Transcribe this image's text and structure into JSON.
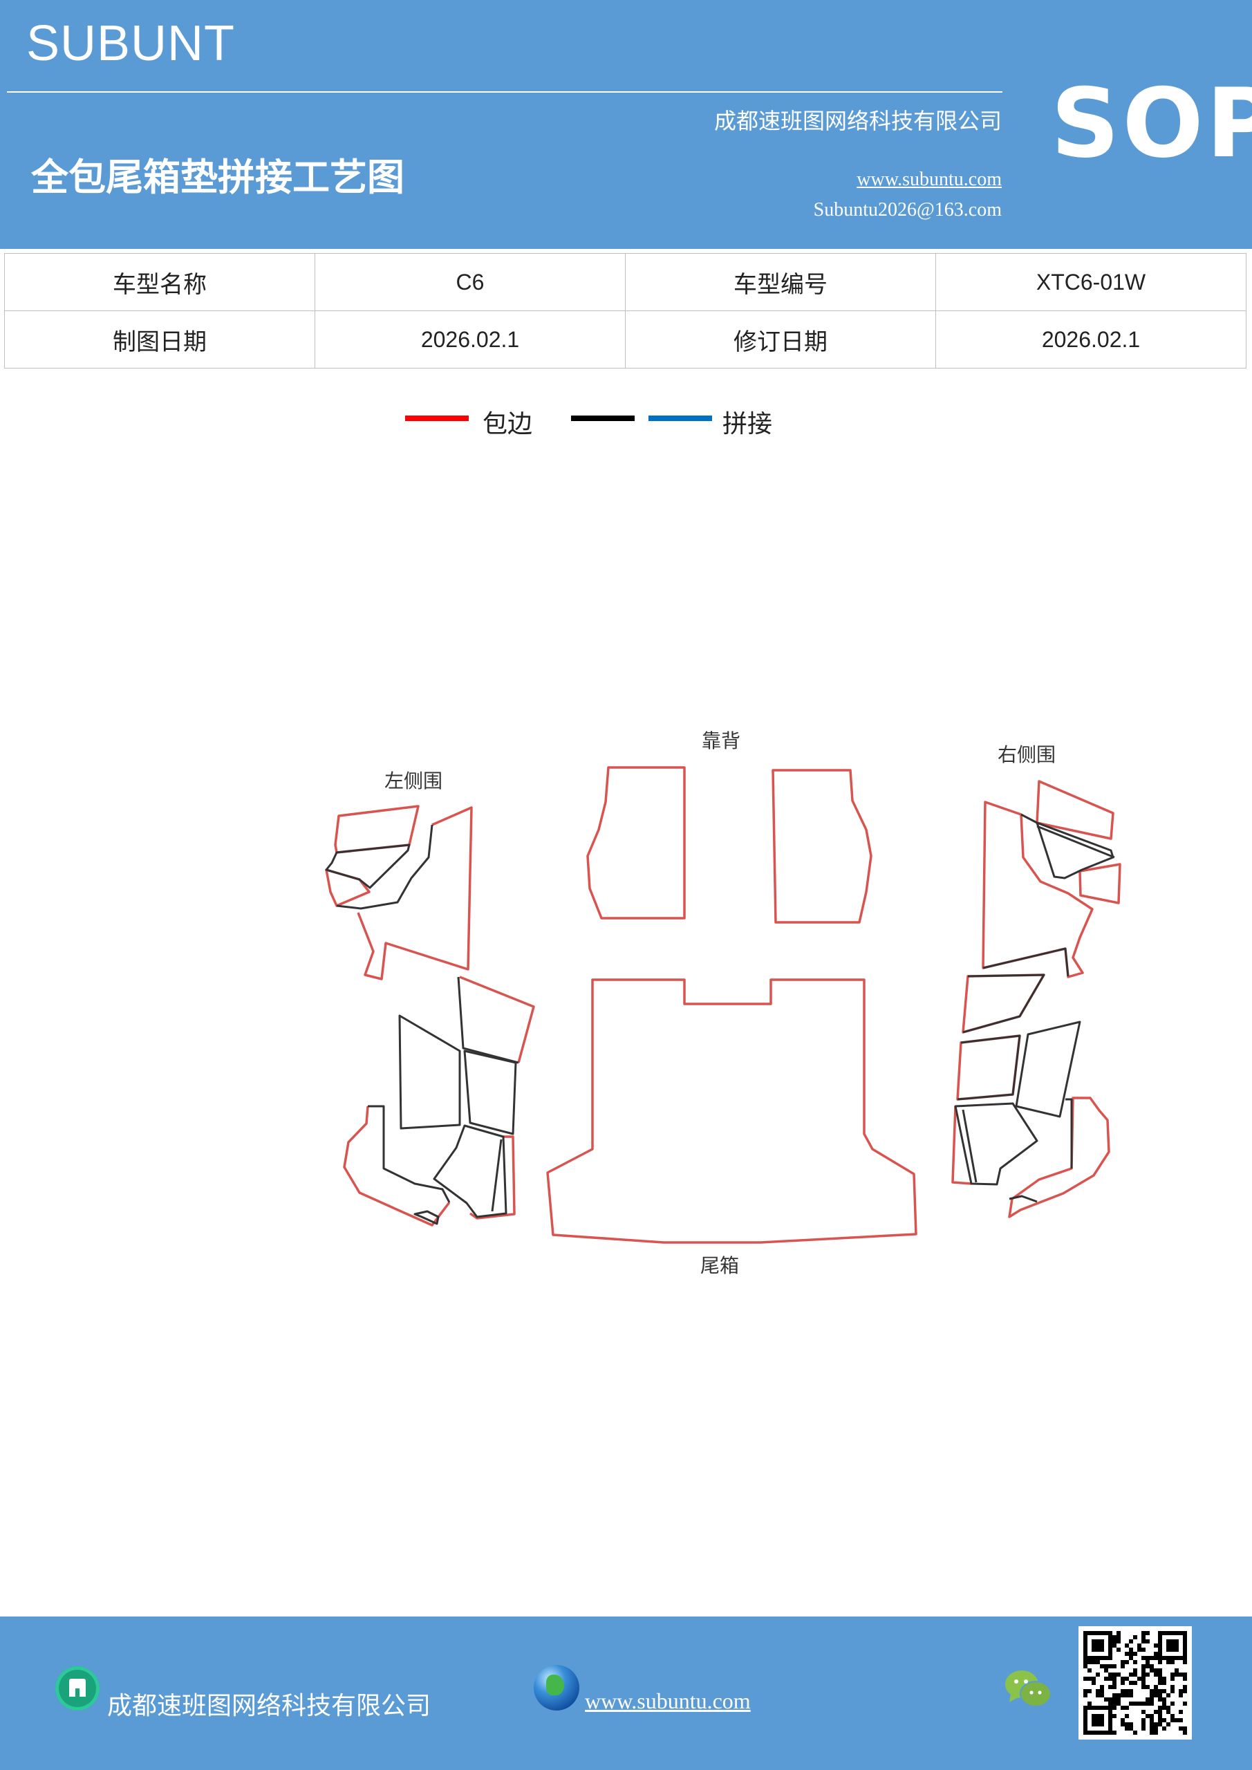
{
  "header": {
    "brand": "SUBUNT",
    "company": "成都速班图网络科技有限公司",
    "title": "全包尾箱垫拼接工艺图",
    "website": "www.subuntu.com",
    "email": "Subuntu2026@163.com",
    "badge": "SOP"
  },
  "info_table": {
    "rows": [
      {
        "label1": "车型名称",
        "value1": "C6",
        "label2": "车型编号",
        "value2": "XTC6-01W"
      },
      {
        "label1": "制图日期",
        "value1": "2026.02.1",
        "label2": "修订日期",
        "value2": "2026.02.1"
      }
    ]
  },
  "legend": {
    "items": [
      {
        "label": "包边",
        "color": "#ff0000"
      },
      {
        "label": "",
        "color": "#000000"
      },
      {
        "label": "拼接",
        "color": "#0070c0"
      }
    ]
  },
  "diagram": {
    "labels": {
      "back": "靠背",
      "left": "左侧围",
      "right": "右侧围",
      "trunk": "尾箱"
    },
    "colors": {
      "edge": "#d9534f",
      "seam": "#333333"
    }
  },
  "footer": {
    "company": "成都速班图网络科技有限公司",
    "website": "www.subuntu.com",
    "building_icon": "building-icon",
    "globe_icon": "globe-icon",
    "wechat_icon": "wechat-icon",
    "qr_code": "qr-code"
  }
}
